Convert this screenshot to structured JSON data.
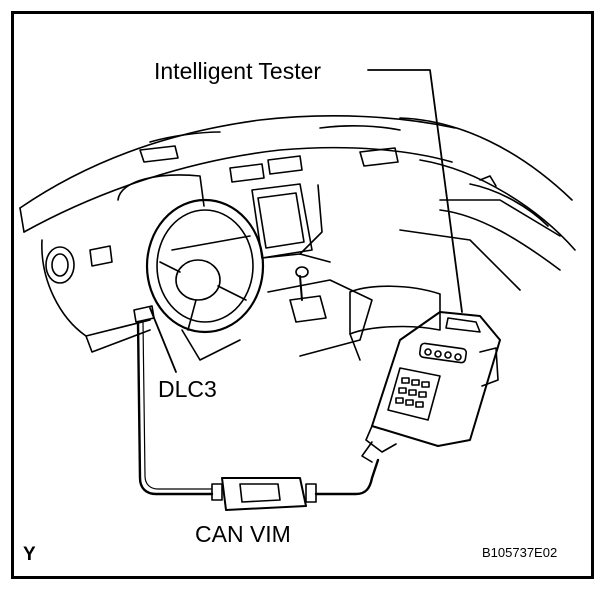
{
  "labels": {
    "tester": "Intelligent Tester",
    "dlc3": "DLC3",
    "can_vim": "CAN VIM",
    "corner": "Y",
    "figure_code": "B105737E02"
  },
  "colors": {
    "ink": "#000000",
    "paper": "#ffffff"
  }
}
